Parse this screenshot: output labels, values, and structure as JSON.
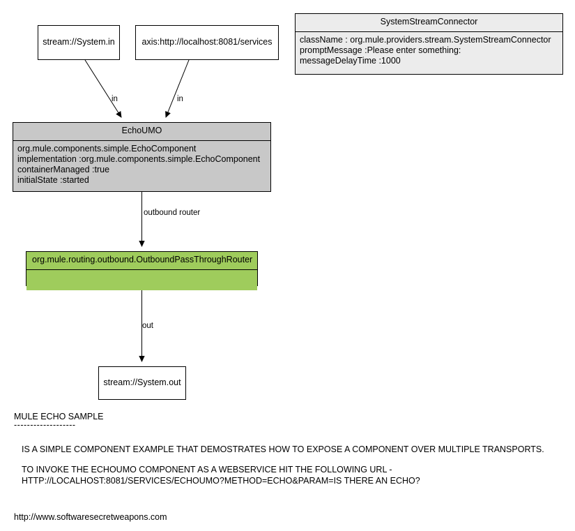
{
  "diagram": {
    "nodes": [
      {
        "id": "stream-in",
        "kind": "endpoint",
        "title": "stream://System.in",
        "attributes": []
      },
      {
        "id": "axis-endpoint",
        "kind": "endpoint",
        "title": "axis:http://localhost:8081/services",
        "attributes": []
      },
      {
        "id": "system-stream-connector",
        "kind": "classbox",
        "title": "SystemStreamConnector",
        "attributes": [
          "className : org.mule.providers.stream.SystemStreamConnector",
          "promptMessage :Please enter something:",
          "messageDelayTime :1000"
        ]
      },
      {
        "id": "echo-umo",
        "kind": "classbox",
        "title": "EchoUMO",
        "attributes": [
          "org.mule.components.simple.EchoComponent",
          "implementation :org.mule.components.simple.EchoComponent",
          "containerManaged :true",
          "initialState :started"
        ]
      },
      {
        "id": "outbound-router",
        "kind": "classbox",
        "title": "org.mule.routing.outbound.OutboundPassThroughRouter",
        "attributes": []
      },
      {
        "id": "stream-out",
        "kind": "endpoint",
        "title": "stream://System.out",
        "attributes": []
      }
    ],
    "edges": [
      {
        "id": "edge-stream-in-to-echo",
        "label": "in",
        "from": "stream-in",
        "to": "echo-umo"
      },
      {
        "id": "edge-axis-to-echo",
        "label": "in",
        "from": "axis-endpoint",
        "to": "echo-umo"
      },
      {
        "id": "edge-echo-to-router",
        "label": "outbound router",
        "from": "echo-umo",
        "to": "outbound-router"
      },
      {
        "id": "edge-router-to-stream-out",
        "label": "out",
        "from": "outbound-router",
        "to": "stream-out"
      }
    ],
    "colors": {
      "component_fill": "#c8c8c8",
      "router_fill": "#9fcc5c",
      "connector_fill": "#ececec",
      "endpoint_fill": "#ffffff",
      "stroke": "#000000"
    }
  },
  "legend": {
    "heading": "MULE ECHO SAMPLE",
    "rule": "-------------------",
    "line_1": "IS A SIMPLE COMPONENT EXAMPLE THAT DEMOSTRATES HOW TO EXPOSE A COMPONENT OVER MULTIPLE TRANSPORTS.",
    "line_2": "TO INVOKE THE ECHOUMO COMPONENT AS A WEBSERVICE HIT THE FOLLOWING URL -",
    "line_3": "HTTP://LOCALHOST:8081/SERVICES/ECHOUMO?METHOD=ECHO&PARAM=IS THERE AN ECHO?"
  },
  "footer": {
    "url": "http://www.softwaresecretweapons.com"
  }
}
